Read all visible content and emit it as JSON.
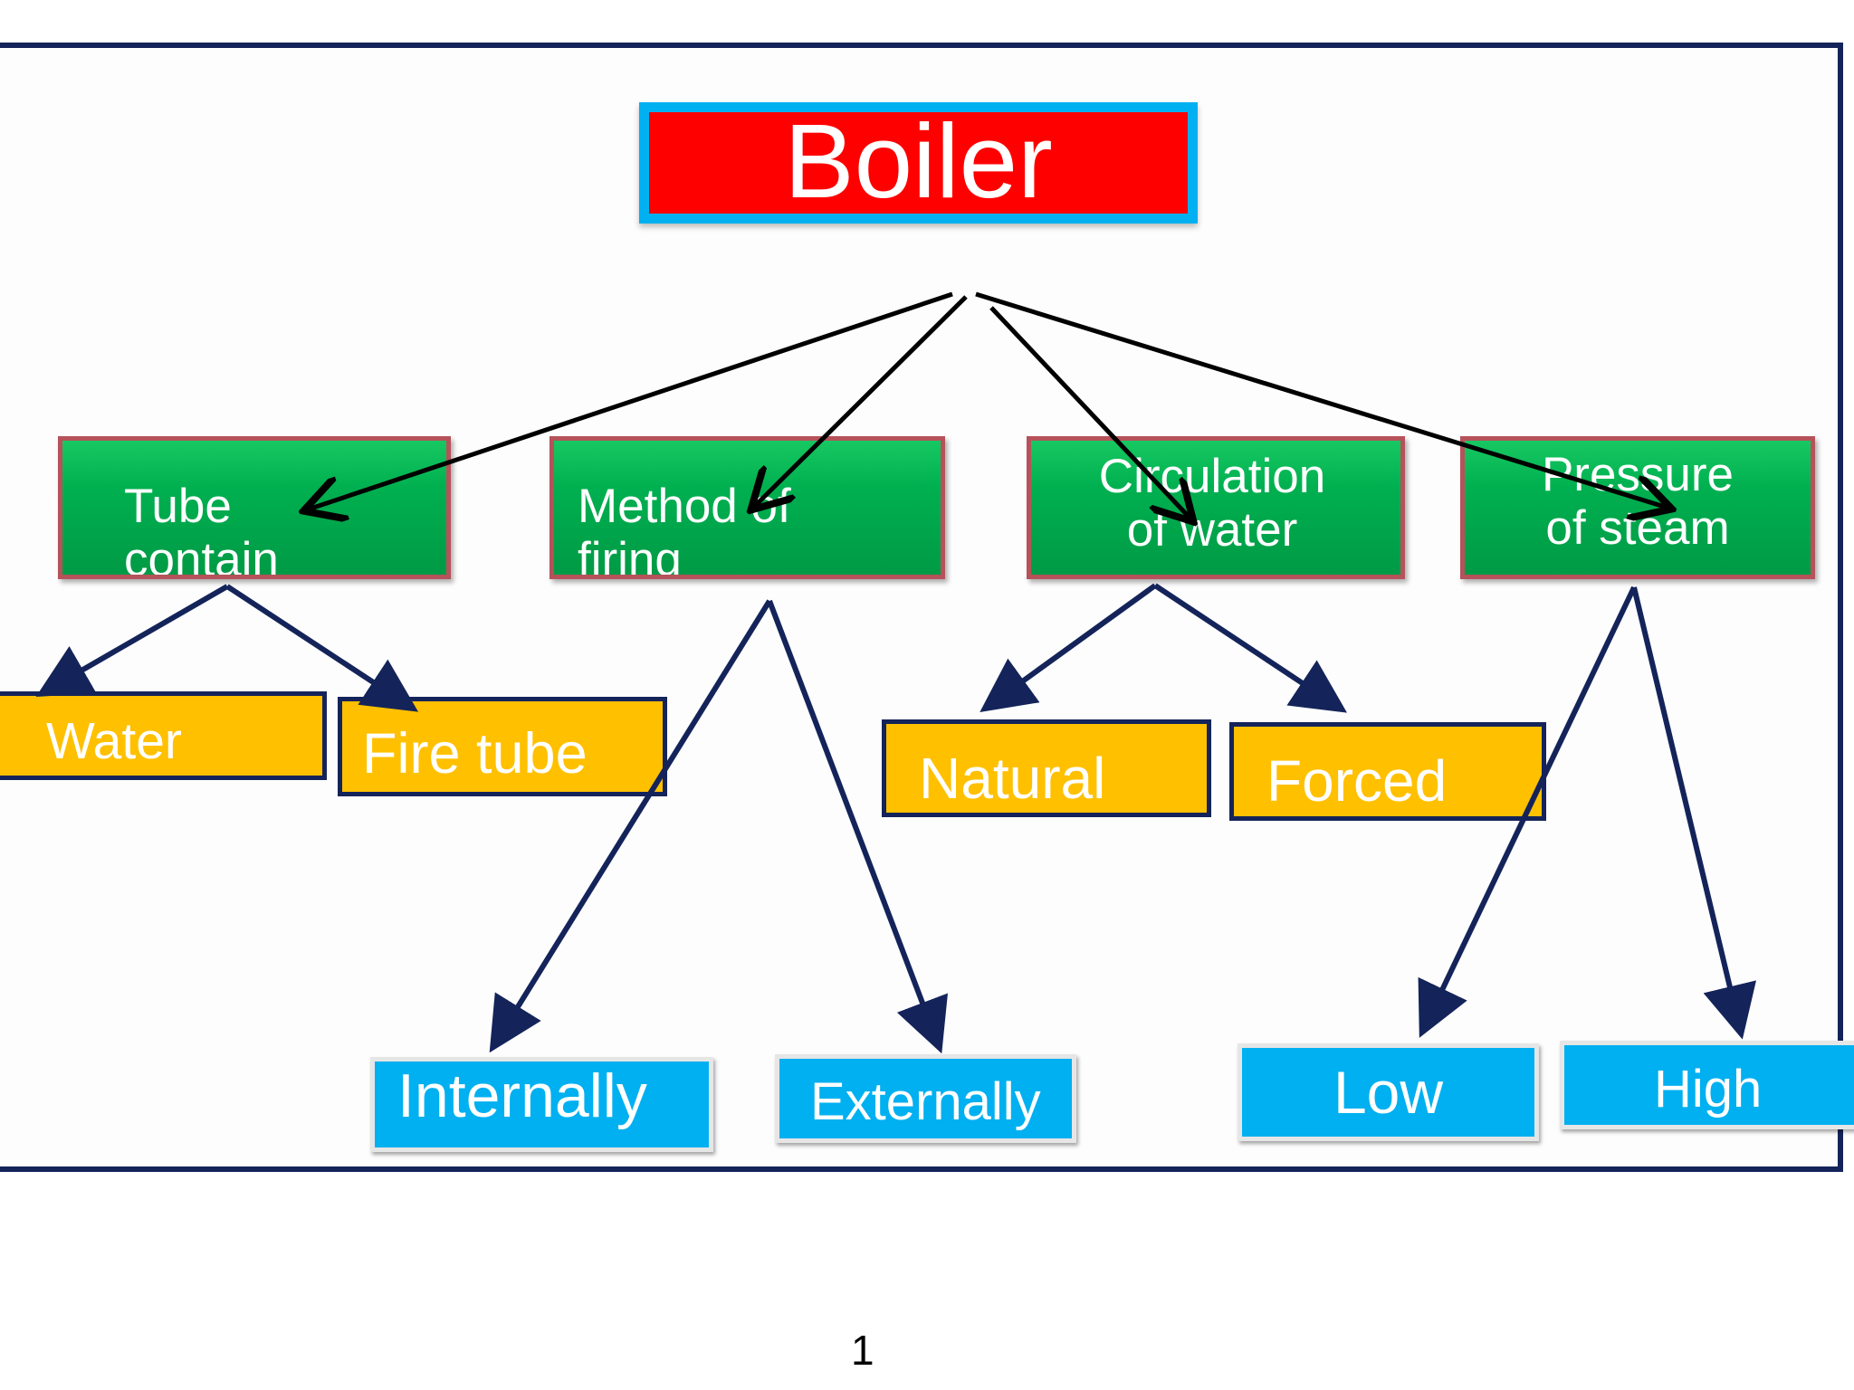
{
  "title": "Boiler",
  "categories": {
    "tube_contain": "Tube contain",
    "method_of_firing": "Method of firing",
    "circulation_of_water": "Circulation of water",
    "pressure_of_steam": "Pressure of steam"
  },
  "leaves": {
    "water": "Water",
    "fire_tube": "Fire tube",
    "internally": "Internally",
    "externally": "Externally",
    "natural": "Natural",
    "forced": "Forced",
    "low": "Low",
    "high": "High"
  },
  "page_number": "1",
  "colors": {
    "root_fill": "#ff0000",
    "root_border": "#00b0f0",
    "category_fill": "#00b050",
    "category_border": "#b5525a",
    "leaf_orange": "#ffc000",
    "leaf_blue": "#00b0f0",
    "arrow_dark": "#14245a",
    "arrow_black": "#000000"
  }
}
